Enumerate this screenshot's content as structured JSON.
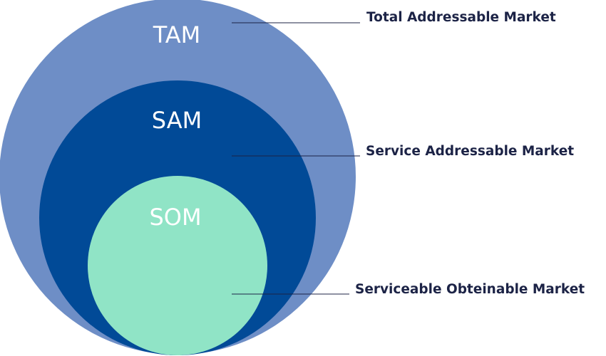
{
  "colors": {
    "tam": "#6e8ec6",
    "sam": "#014a97",
    "som": "#90e4c6",
    "text_dark": "#1c2346",
    "text_light": "#ffffff"
  },
  "tam": {
    "abbr": "TAM",
    "label": "Total Addressable Market"
  },
  "sam": {
    "abbr": "SAM",
    "label": "Service Addressable Market"
  },
  "som": {
    "abbr": "SOM",
    "label": "Serviceable Obteinable Market"
  }
}
